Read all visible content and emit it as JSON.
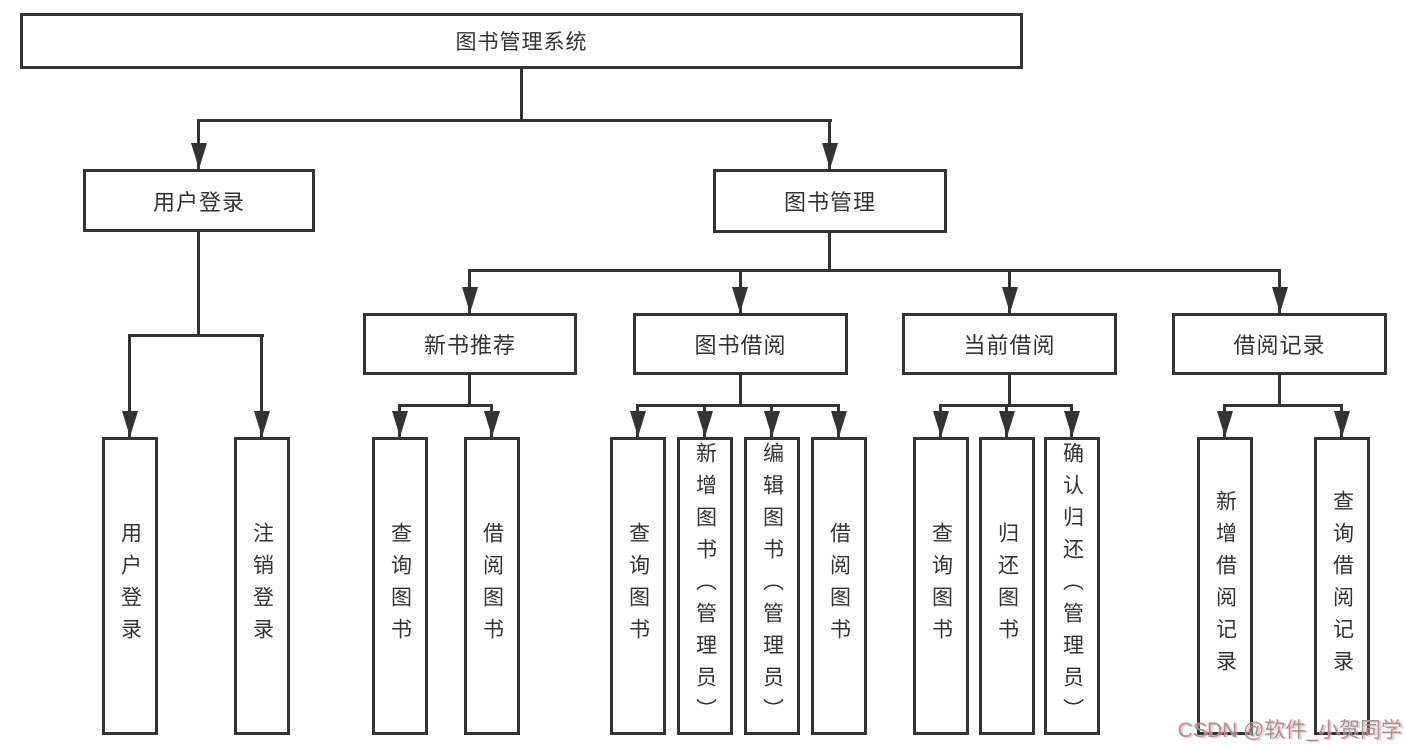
{
  "watermark": {
    "text": "CSDN @软件_小贺同学"
  },
  "colors": {
    "background": "#ffffff",
    "box_border": "#333333",
    "connector_line": "#333333",
    "text": "#333333",
    "watermark_text": "#9a9a9a",
    "watermark_glow": "#f2a6b0"
  },
  "tree": {
    "root": {
      "label": "图书管理系统",
      "children": [
        {
          "label": "用户登录",
          "children": [
            {
              "label": "用户登录"
            },
            {
              "label": "注销登录"
            }
          ]
        },
        {
          "label": "图书管理",
          "children": [
            {
              "label": "新书推荐",
              "children": [
                {
                  "label": "查询图书"
                },
                {
                  "label": "借阅图书"
                }
              ]
            },
            {
              "label": "图书借阅",
              "children": [
                {
                  "label": "查询图书"
                },
                {
                  "label": "新增图书（管理员）"
                },
                {
                  "label": "编辑图书（管理员）"
                },
                {
                  "label": "借阅图书"
                }
              ]
            },
            {
              "label": "当前借阅",
              "children": [
                {
                  "label": "查询图书"
                },
                {
                  "label": "归还图书"
                },
                {
                  "label": "确认归还（管理员）"
                }
              ]
            },
            {
              "label": "借阅记录",
              "children": [
                {
                  "label": "新增借阅记录"
                },
                {
                  "label": "查询借阅记录"
                }
              ]
            }
          ]
        }
      ]
    }
  }
}
